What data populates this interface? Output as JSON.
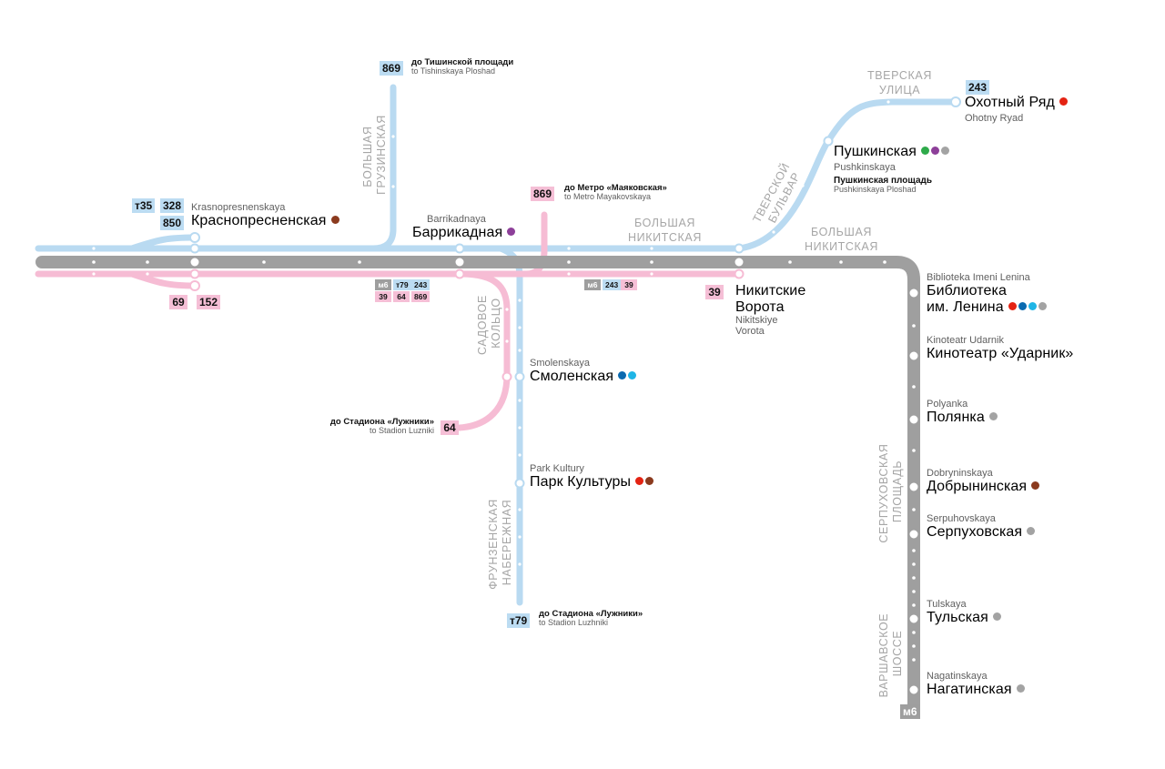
{
  "colors": {
    "trolley_line": "#b9daf1",
    "bus_line": "#f6bcd4",
    "trunk_line": "#9f9f9f",
    "metro_1": "#e42313",
    "metro_2": "#2eaa4a",
    "metro_3": "#0a6ab0",
    "metro_4": "#1fb5e6",
    "metro_5": "#8b3a1e",
    "metro_7": "#8d3f99",
    "metro_9": "#a3a3a3"
  },
  "stations": {
    "krasnopresnenskaya": {
      "name": "Краснопресненская",
      "latin": "Krasnopresnenskaya",
      "metro": [
        "metro_5"
      ]
    },
    "barrikadnaya": {
      "name": "Баррикадная",
      "latin": "Barrikadnaya",
      "metro": [
        "metro_7"
      ]
    },
    "smolenskaya": {
      "name": "Смоленская",
      "latin": "Smolenskaya",
      "metro": [
        "metro_3",
        "metro_4"
      ]
    },
    "park_kultury": {
      "name": "Парк Культуры",
      "latin": "Park Kultury",
      "metro": [
        "metro_1",
        "metro_5"
      ]
    },
    "nikitskie_vorota": {
      "name_line1": "Никитские",
      "name_line2": "Ворота",
      "latin_line1": "Nikitskiye",
      "latin_line2": "Vorota"
    },
    "pushkinskaya": {
      "name": "Пушкинская",
      "latin": "Pushkinskaya",
      "sub_name": "Пушкинская площадь",
      "sub_latin": "Pushkinskaya Ploshad",
      "metro": [
        "metro_2",
        "metro_7",
        "metro_9"
      ]
    },
    "okhotny_ryad": {
      "name": "Охотный Ряд",
      "latin": "Ohotny Ryad",
      "metro": [
        "metro_1"
      ]
    },
    "biblioteka": {
      "name_line1": "Библиотека",
      "name_line2": "им. Ленина",
      "latin": "Biblioteka Imeni Lenina",
      "metro": [
        "metro_1",
        "metro_3",
        "metro_4",
        "metro_9"
      ]
    },
    "kinoteatr": {
      "name": "Кинотеатр «Ударник»",
      "latin": "Kinoteatr Udarnik"
    },
    "polyanka": {
      "name": "Полянка",
      "latin": "Polyanka",
      "metro": [
        "metro_9"
      ]
    },
    "dobryninskaya": {
      "name": "Добрынинская",
      "latin": "Dobryninskaya",
      "metro": [
        "metro_5"
      ]
    },
    "serpukhovskaya": {
      "name": "Серпуховская",
      "latin": "Serpuhovskaya",
      "metro": [
        "metro_9"
      ]
    },
    "tulskaya": {
      "name": "Тульская",
      "latin": "Tulskaya",
      "metro": [
        "metro_9"
      ]
    },
    "nagatinskaya": {
      "name": "Нагатинская",
      "latin": "Nagatinskaya",
      "metro": [
        "metro_9"
      ]
    }
  },
  "destinations": {
    "tishinskaya": {
      "ru": "до Тишинской площади",
      "en": "to Tishinskaya Ploshad"
    },
    "mayakovskaya": {
      "ru": "до Метро «Маяковская»",
      "en": "to Metro Mayakovskaya"
    },
    "luzhniki_bus": {
      "ru": "до Стадиона «Лужники»",
      "en": "to Stadion Luzniki"
    },
    "luzhniki_trolley": {
      "ru": "до Стадиона «Лужники»",
      "en": "to Stadion Luzhniki"
    }
  },
  "streets": {
    "bolshaya_gruzinskaya": {
      "line1": "БОЛЬШАЯ",
      "line2": "ГРУЗИНСКАЯ"
    },
    "sadovoe_koltso": {
      "line1": "САДОВОЕ",
      "line2": "КОЛЬЦО"
    },
    "frunzenskaya": {
      "line1": "ФРУНЗЕНСКАЯ",
      "line2": "НАБЕРЕЖНАЯ"
    },
    "bolshaya_nikitskaya_1": {
      "line1": "БОЛЬШАЯ",
      "line2": "НИКИТСКАЯ"
    },
    "bolshaya_nikitskaya_2": {
      "line1": "БОЛЬШАЯ",
      "line2": "НИКИТСКАЯ"
    },
    "tverskoy_bulvar": {
      "line1": "ТВЕРСКОЙ",
      "line2": "БУЛЬВАР"
    },
    "tverskaya": {
      "line1": "ТВЕРСКАЯ",
      "line2": "УЛИЦА"
    },
    "serpukhovskaya_ploshad": {
      "line1": "СЕРПУХОВСКАЯ",
      "line2": "ПЛОЩАДЬ"
    },
    "varshavskoe": {
      "line1": "ВАРШАВСКОЕ",
      "line2": "ШОССЕ"
    }
  },
  "routes": {
    "t35": "т35",
    "r328": "328",
    "r850": "850",
    "r869_top": "869",
    "r869_pink": "869",
    "r69": "69",
    "r152": "152",
    "r64": "64",
    "r39": "39",
    "r243": "243",
    "t79": "т79",
    "m6_end": "м6",
    "bar_group": {
      "m6": "м6",
      "t79": "т79",
      "r243": "243",
      "r39": "39",
      "r64": "64",
      "r869": "869"
    },
    "nik_group": {
      "m6": "м6",
      "r243": "243",
      "r39": "39"
    }
  }
}
